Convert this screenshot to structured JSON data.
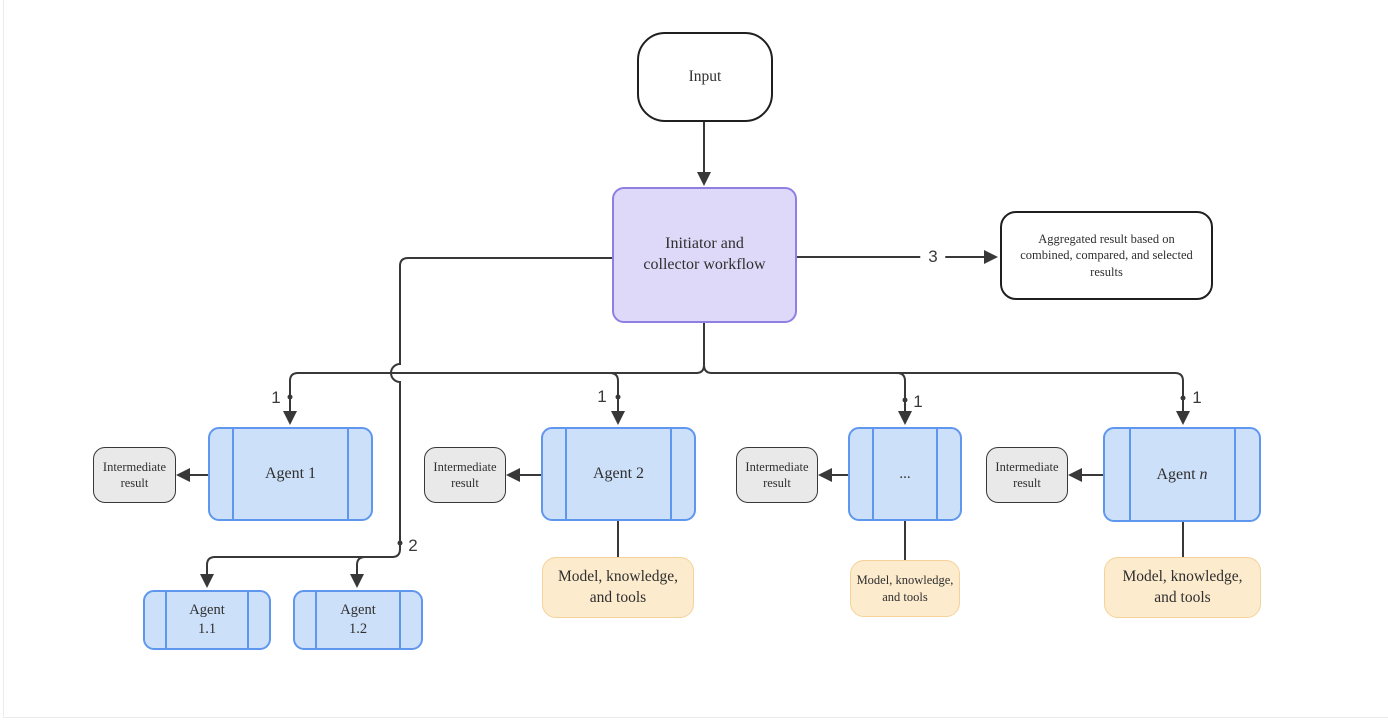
{
  "nodes": {
    "input": {
      "label": "Input"
    },
    "workflow": {
      "lines": [
        "Initiator and",
        "collector workflow"
      ]
    },
    "aggregated": {
      "lines": [
        "Aggregated result based on",
        "combined, compared, and selected",
        "results"
      ]
    },
    "agent1": {
      "label": "Agent 1"
    },
    "agent2": {
      "label": "Agent 2"
    },
    "agent_dots": {
      "label": "..."
    },
    "agent_n": {
      "prefix": "Agent ",
      "italic": "n"
    },
    "agent11": {
      "lines": [
        "Agent",
        "1.1"
      ]
    },
    "agent12": {
      "lines": [
        "Agent",
        "1.2"
      ]
    },
    "intermediate": {
      "lines": [
        "Intermediate",
        "result"
      ]
    },
    "model_tools": {
      "lines": [
        "Model, knowledge,",
        "and tools"
      ]
    }
  },
  "edge_labels": {
    "one": "1",
    "two": "2",
    "three": "3"
  },
  "colors": {
    "line": "#383838",
    "agent_fill": "#cde0fa",
    "agent_stroke": "#5f97ee",
    "workflow_fill": "#ded9f8",
    "workflow_stroke": "#8e7fe3",
    "tools_fill": "#fdebcd",
    "tools_stroke": "#f4d299",
    "result_fill": "#e9e9e9",
    "result_stroke": "#383838",
    "plain_fill": "#ffffff",
    "plain_stroke": "#1f1f1f",
    "text": "#2f2f2f"
  }
}
